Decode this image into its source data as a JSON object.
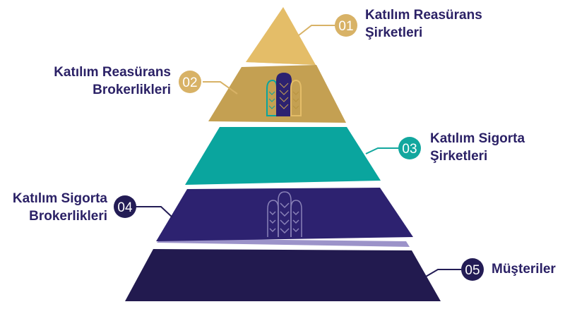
{
  "colors": {
    "level1": "#e4bd68",
    "level2": "#c4a052",
    "level3": "#0aa59e",
    "level4": "#2d2270",
    "level5": "#221a4f",
    "gap_light": "#9c93c9",
    "badge_gold": "#d8b266",
    "badge_teal": "#12a79e",
    "badge_navy": "#231c55",
    "label_text": "#2b2166"
  },
  "levels": [
    {
      "badge": "01",
      "label_lines": [
        "Katılım Reasürans",
        "Şirketleri"
      ]
    },
    {
      "badge": "02",
      "label_lines": [
        "Katılım Reasürans",
        "Brokerlikleri"
      ]
    },
    {
      "badge": "03",
      "label_lines": [
        "Katılım Sigorta",
        "Şirketleri"
      ]
    },
    {
      "badge": "04",
      "label_lines": [
        "Katılım Sigorta",
        "Brokerlikleri"
      ]
    },
    {
      "badge": "05",
      "label_lines": [
        "Müşteriler"
      ]
    }
  ],
  "icons": [
    "arch-pattern-icon",
    "arch-pattern-icon"
  ]
}
